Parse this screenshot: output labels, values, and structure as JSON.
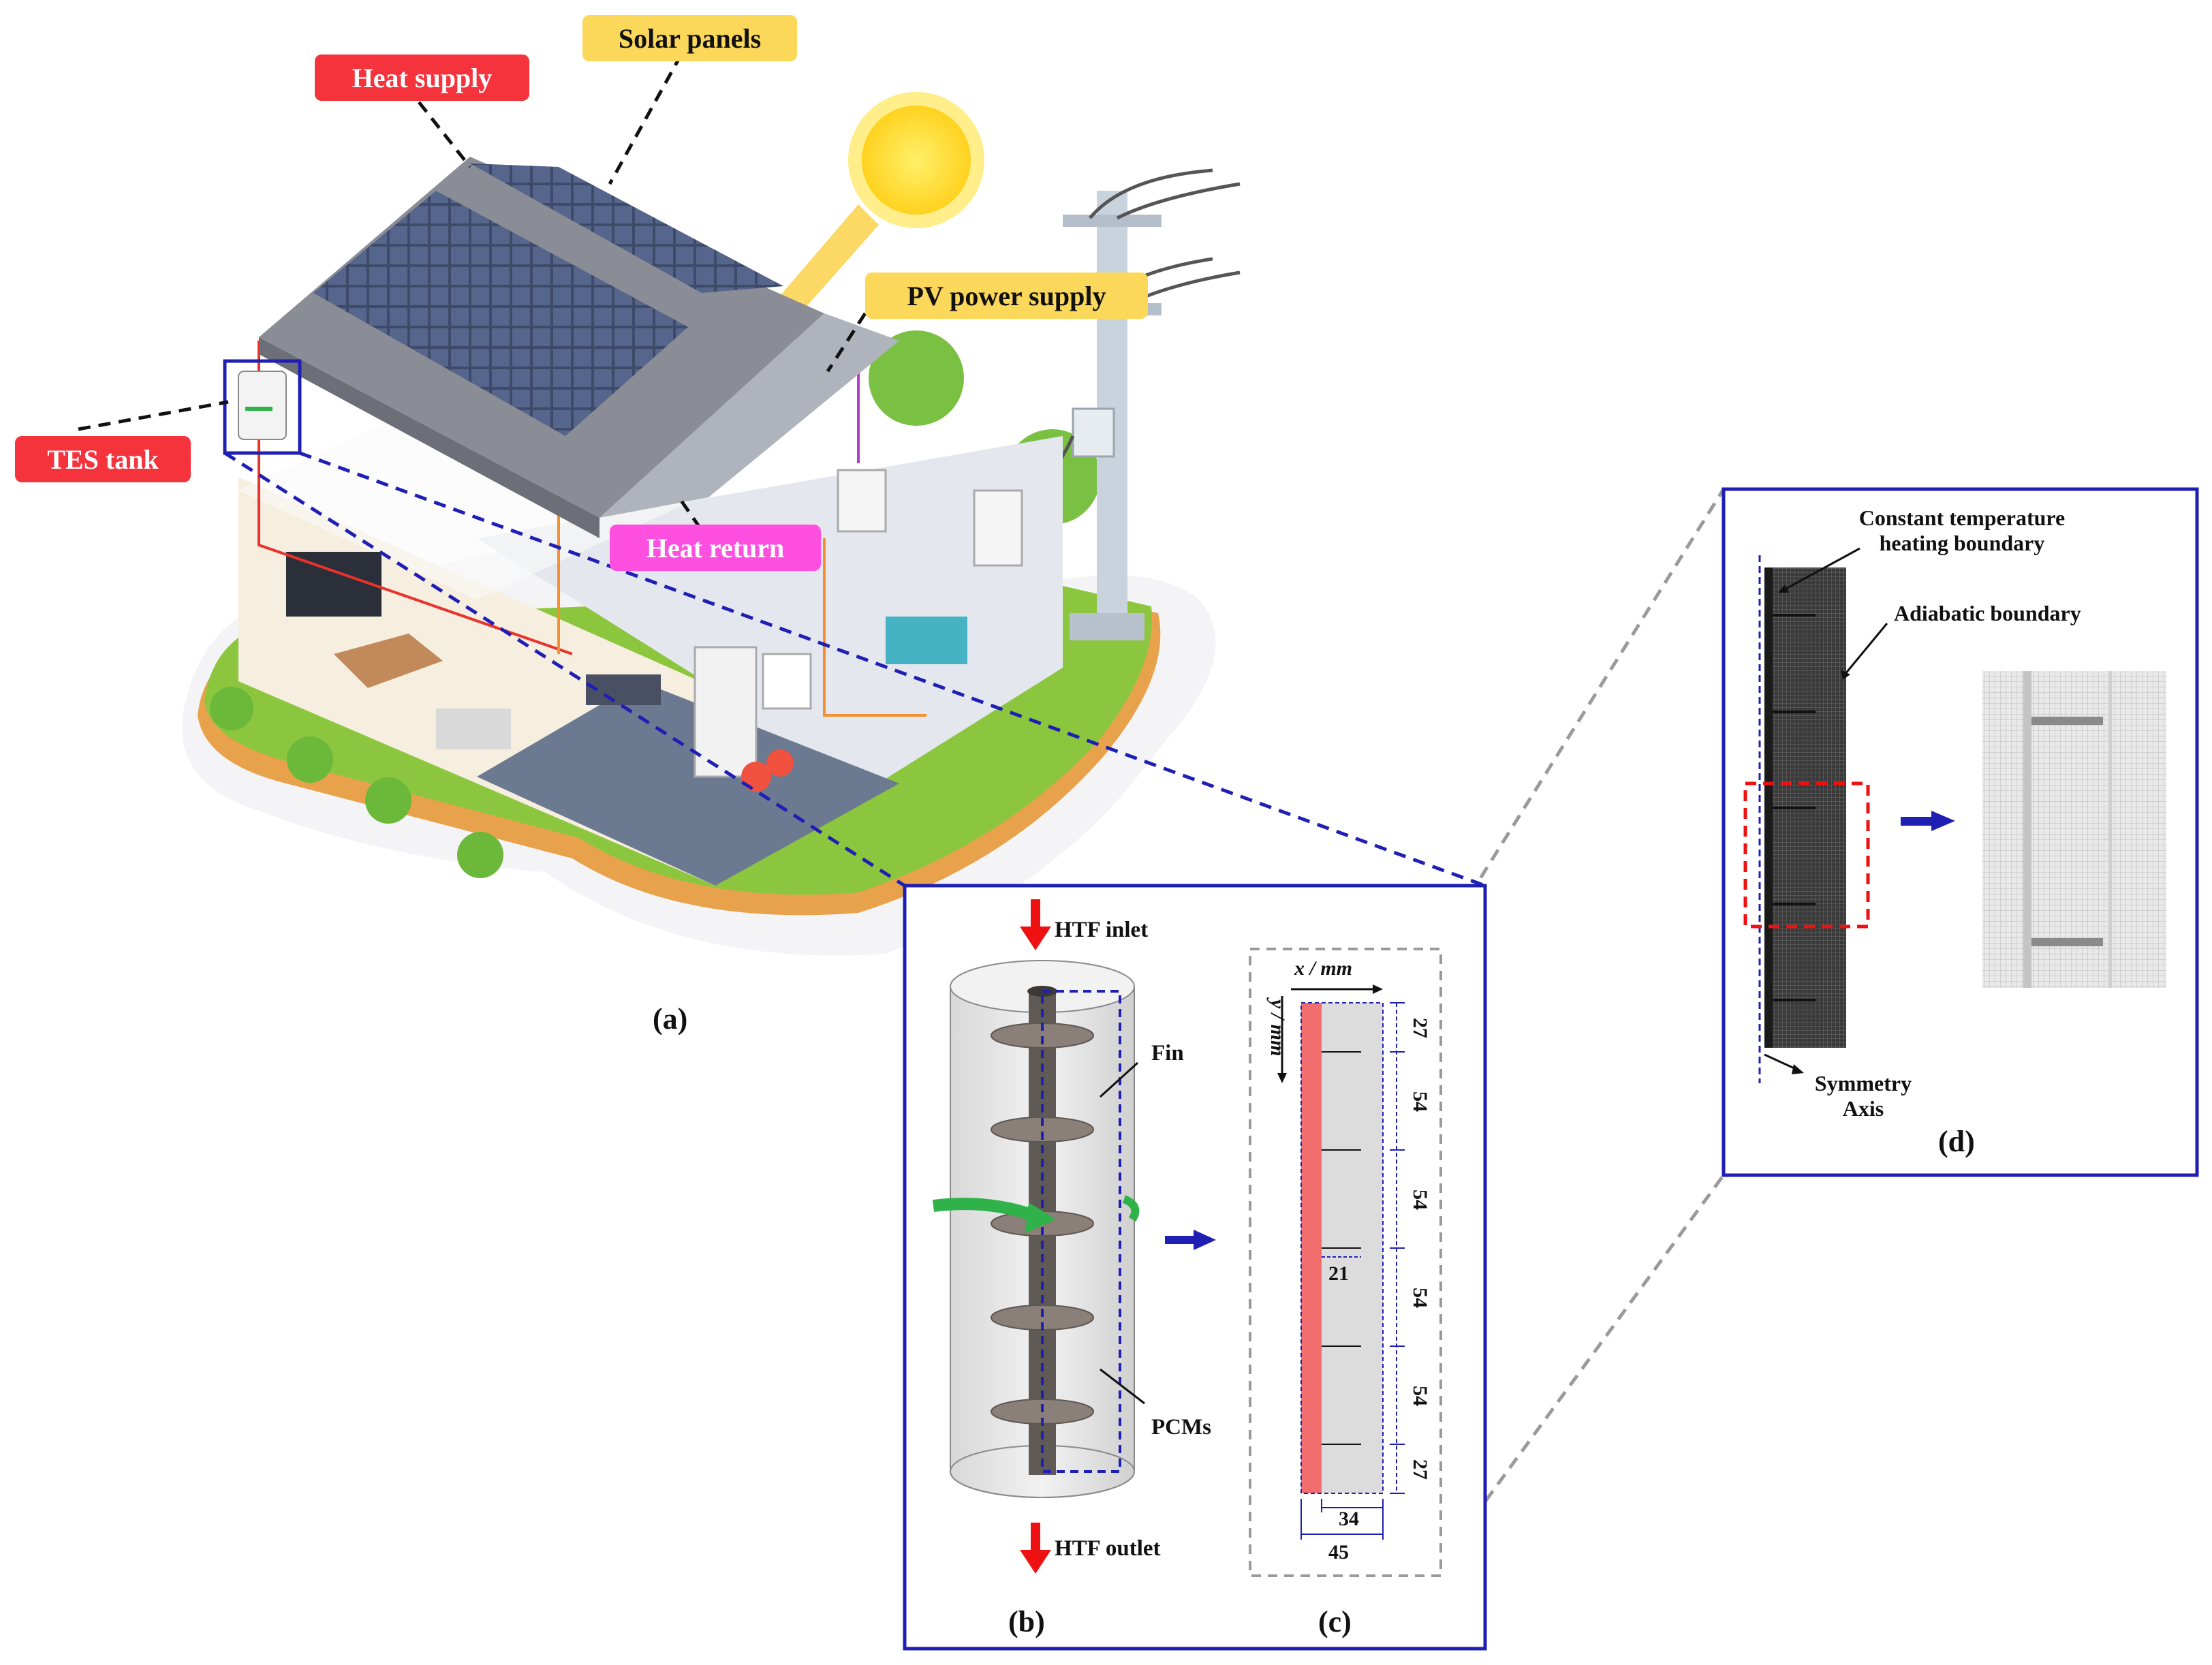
{
  "labels": {
    "heat_supply": "Heat supply",
    "solar_panels": "Solar panels",
    "pv_power_supply": "PV power supply",
    "tes_tank": "TES tank",
    "heat_return": "Heat return"
  },
  "panel_b": {
    "htf_inlet": "HTF inlet",
    "htf_outlet": "HTF outlet",
    "fin": "Fin",
    "pcms": "PCMs"
  },
  "panel_c": {
    "x_axis": "x / mm",
    "y_axis": "y / mm",
    "dims": [
      "27",
      "54",
      "54",
      "54",
      "54",
      "27"
    ],
    "fin_length": "21",
    "width_inner": "34",
    "width_outer": "45"
  },
  "panel_d": {
    "heating_boundary": "Constant temperature heating boundary",
    "heating_boundary_line1": "Constant temperature",
    "heating_boundary_line2": "heating boundary",
    "adiabatic_boundary": "Adiabatic boundary",
    "symmetry_axis_line1": "Symmetry",
    "symmetry_axis_line2": "Axis"
  },
  "captions": {
    "a": "(a)",
    "b": "(b)",
    "c": "(c)",
    "d": "(d)"
  },
  "colors": {
    "heat_supply_tag": "#f5333d",
    "solar_tag": "#fbd85a",
    "heat_return_tag": "#ff4fe0",
    "frame_blue": "#1f1fb4",
    "htf_arrow": "#ee1111",
    "heated_wall": "#f26d6d"
  }
}
